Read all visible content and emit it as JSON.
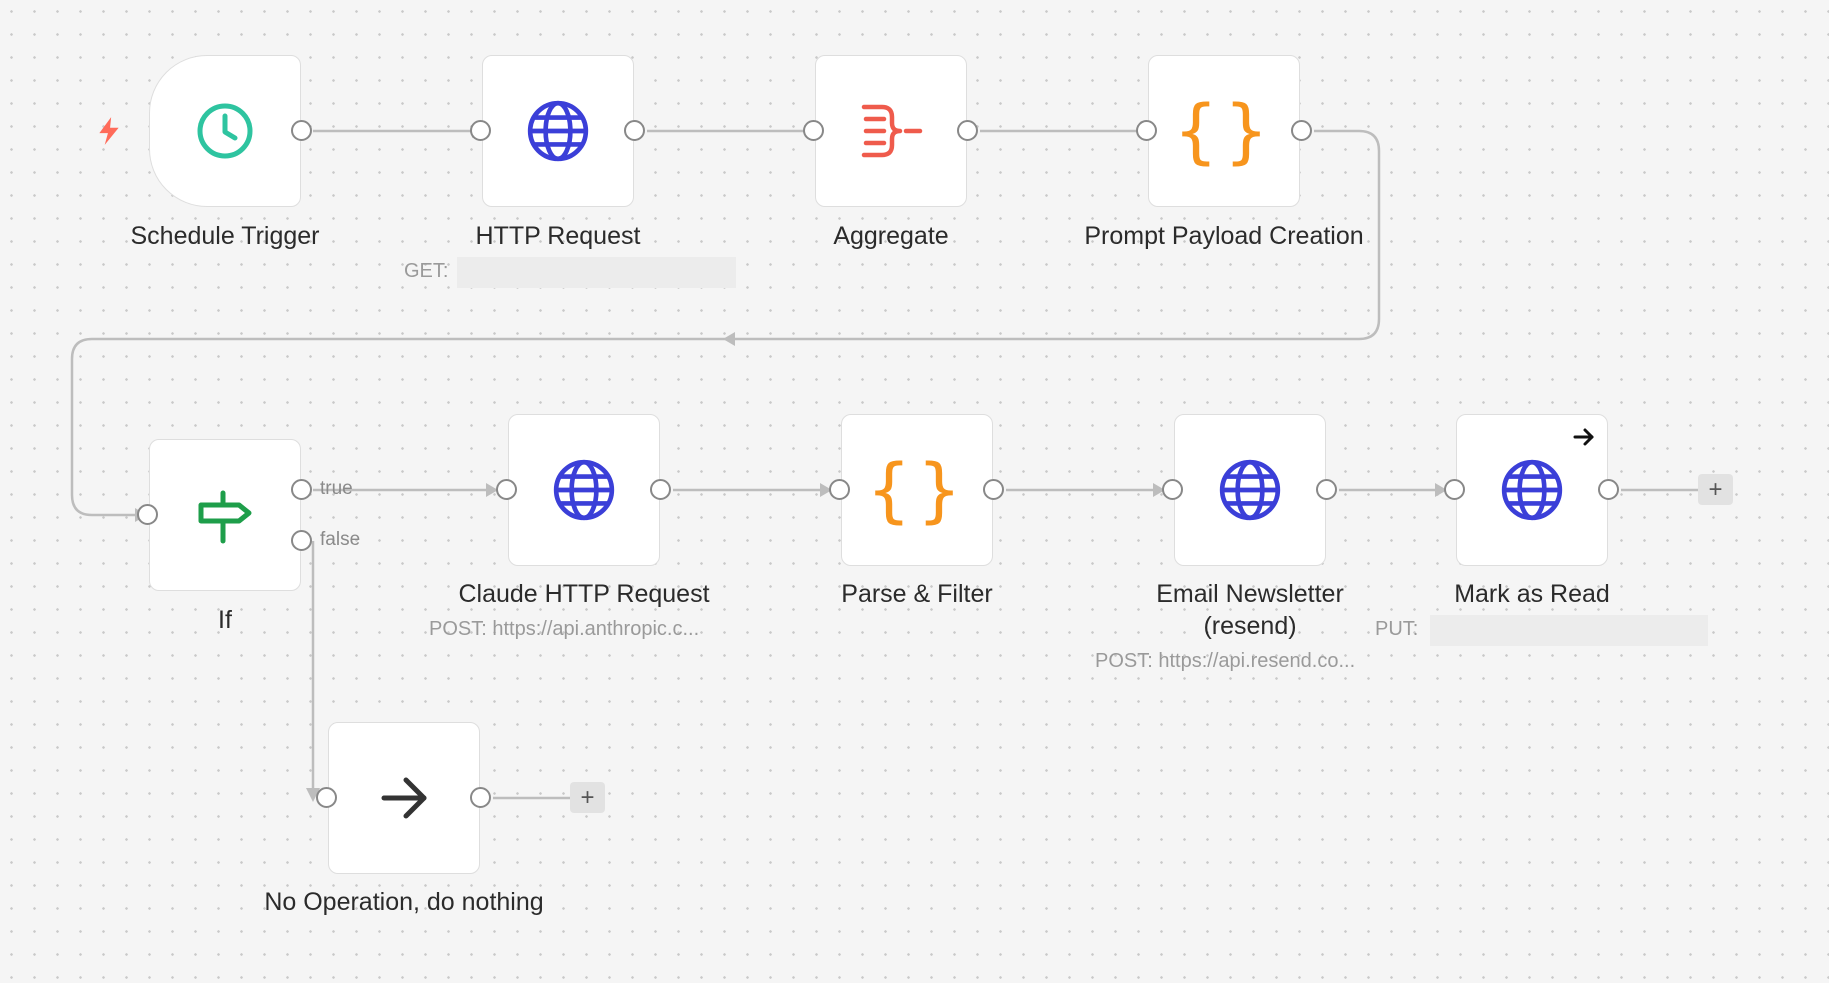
{
  "colors": {
    "edge": "#bdbdbd",
    "globe": "#3b3fd8",
    "clock": "#2ec4a0",
    "aggregate": "#ef5b4c",
    "code": "#f7951d",
    "if": "#1e9e4a",
    "noop": "#333333",
    "bolt": "#ff6b5a"
  },
  "nodes": {
    "schedule": {
      "label": "Schedule Trigger",
      "icon": "clock-icon"
    },
    "http": {
      "label": "HTTP Request",
      "icon": "globe-icon",
      "sub": "GET:"
    },
    "aggregate": {
      "label": "Aggregate",
      "icon": "aggregate-icon"
    },
    "prompt": {
      "label": "Prompt Payload Creation",
      "icon": "code-braces-icon",
      "glyph": "{}"
    },
    "if": {
      "label": "If",
      "icon": "signpost-icon",
      "true_label": "true",
      "false_label": "false"
    },
    "claude": {
      "label": "Claude HTTP Request",
      "icon": "globe-icon",
      "sub": "POST: https://api.anthropic.c..."
    },
    "parse": {
      "label": "Parse & Filter",
      "icon": "code-braces-icon",
      "glyph": "{}"
    },
    "email": {
      "label_line1": "Email Newsletter",
      "label_line2": "(resend)",
      "icon": "globe-icon",
      "sub": "POST: https://api.resend.co..."
    },
    "mark": {
      "label": "Mark as Read",
      "icon": "globe-icon",
      "sub": "PUT:"
    },
    "noop": {
      "label": "No Operation, do nothing",
      "icon": "arrow-right-icon"
    }
  },
  "add_buttons": {
    "label": "+"
  }
}
